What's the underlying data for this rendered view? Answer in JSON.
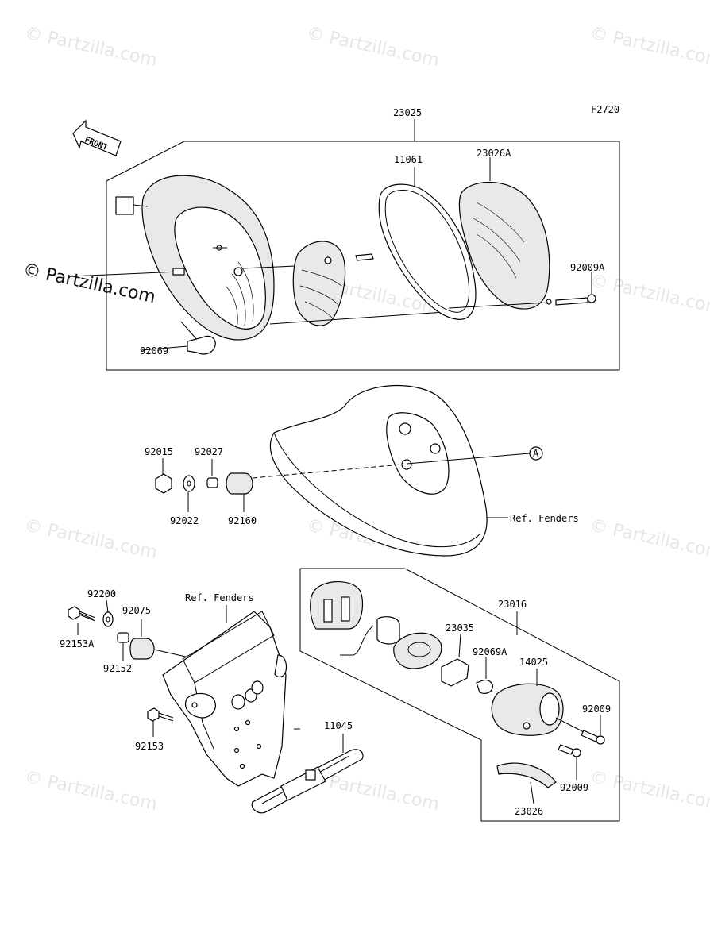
{
  "figure_code": "F2720",
  "front_label": "FRONT",
  "callout_letter": "A",
  "watermark": "© Partzilla.com",
  "watermark_prominent": "© Partzilla.com",
  "ref_fenders_1": "Ref. Fenders",
  "ref_fenders_2": "Ref. Fenders",
  "parts": {
    "p23025": "23025",
    "p11061": "11061",
    "p23026A": "23026A",
    "p92009A": "92009A",
    "p92069": "92069",
    "p92015": "92015",
    "p92027": "92027",
    "p92022": "92022",
    "p92160": "92160",
    "p92200": "92200",
    "p92075": "92075",
    "p92153A": "92153A",
    "p92152": "92152",
    "p92153": "92153",
    "p11045": "11045",
    "p23016": "23016",
    "p23035": "23035",
    "p92069A": "92069A",
    "p14025": "14025",
    "p92009_1": "92009",
    "p92009_2": "92009",
    "p23026": "23026"
  }
}
